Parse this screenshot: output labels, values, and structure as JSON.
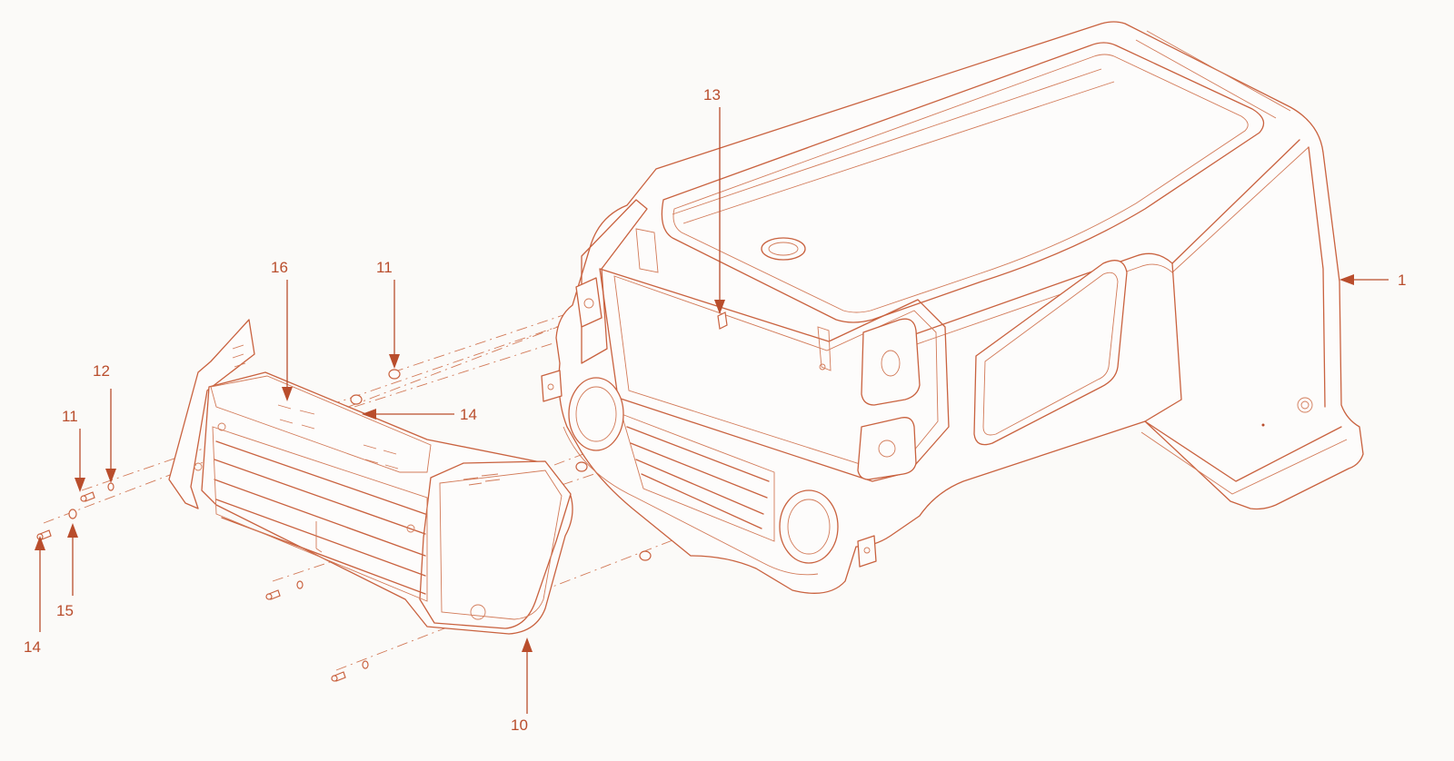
{
  "diagram": {
    "parts": [
      {
        "id": "hood",
        "icon": "hood-shell-icon"
      },
      {
        "id": "front-grille",
        "icon": "front-grille-icon"
      },
      {
        "id": "washer",
        "icon": "washer-icon"
      },
      {
        "id": "screw",
        "icon": "screw-icon"
      },
      {
        "id": "clip",
        "icon": "clip-icon"
      }
    ],
    "callouts": [
      {
        "text": "1"
      },
      {
        "text": "10"
      },
      {
        "text": "11"
      },
      {
        "text": "11"
      },
      {
        "text": "12"
      },
      {
        "text": "13"
      },
      {
        "text": "14"
      },
      {
        "text": "14"
      },
      {
        "text": "15"
      },
      {
        "text": "16"
      }
    ],
    "colors": {
      "line": "#c9623f",
      "label": "#b94d2c",
      "background": "#fbfaf8"
    }
  }
}
